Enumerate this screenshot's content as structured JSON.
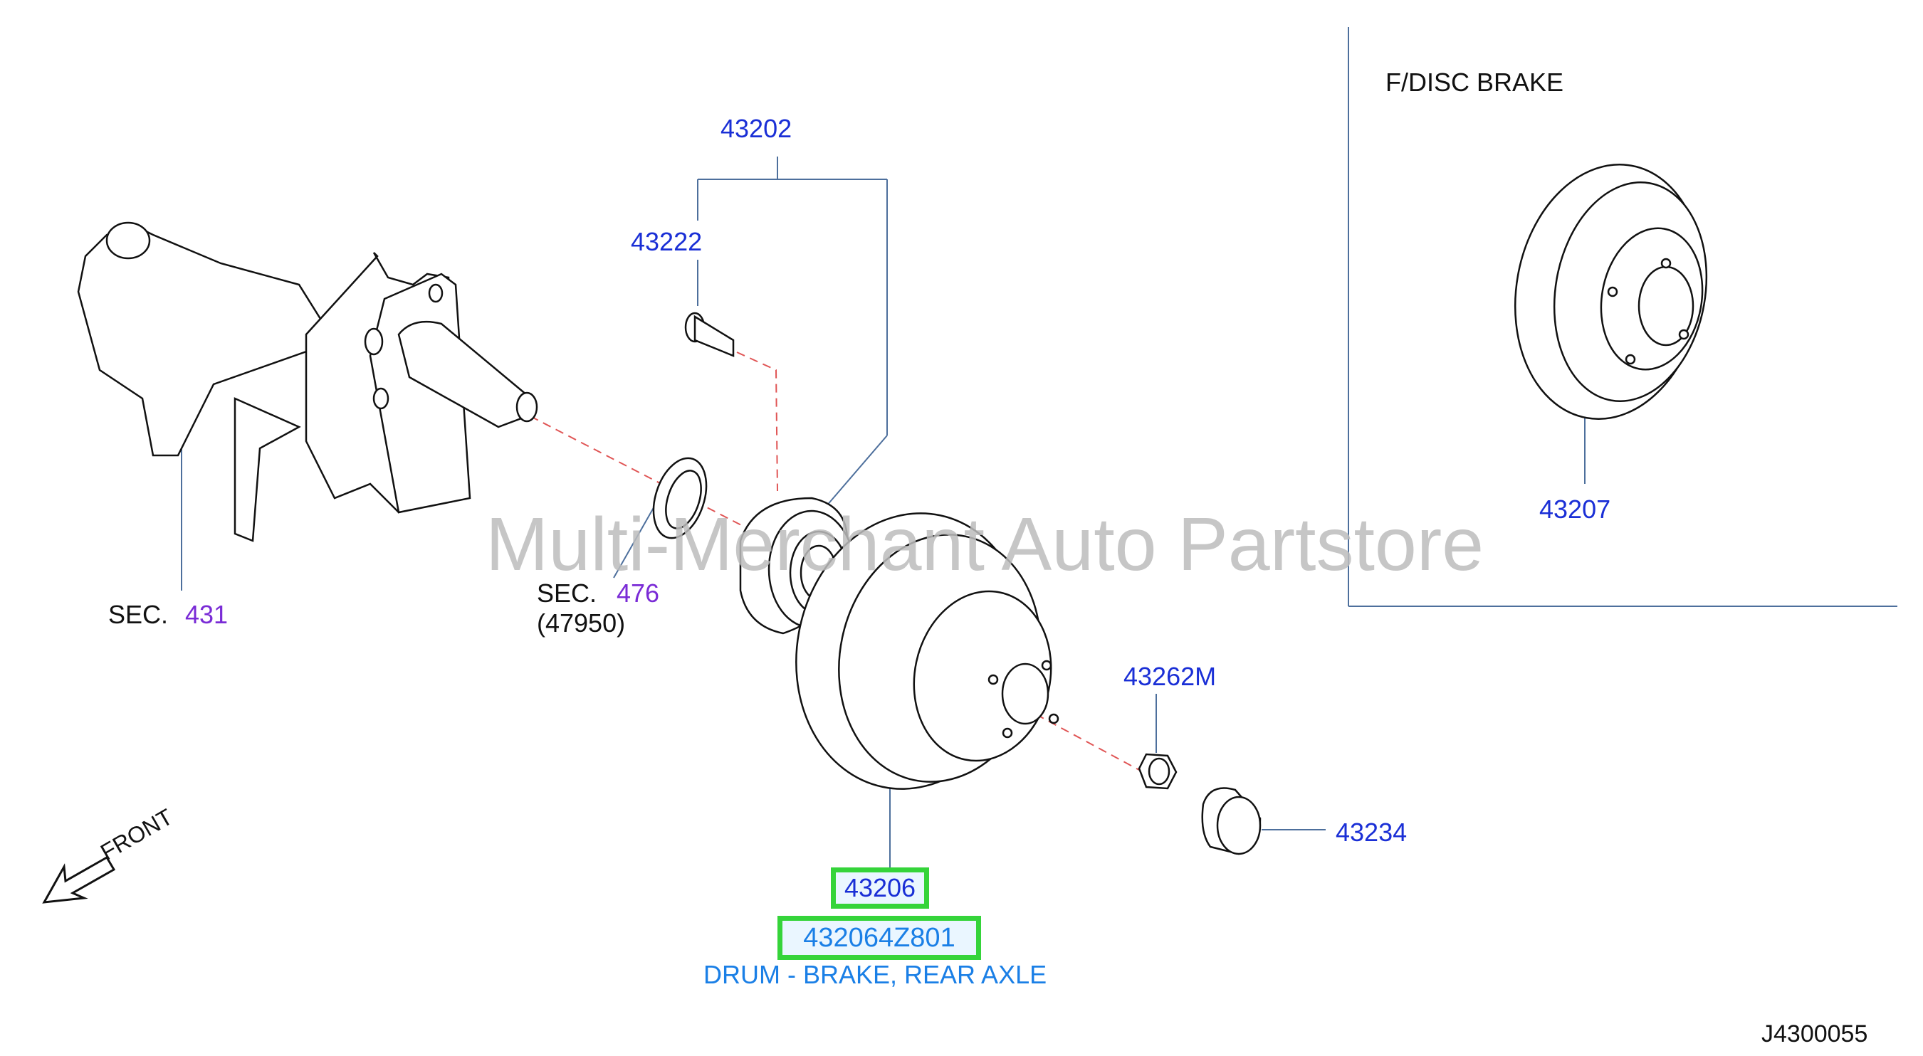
{
  "header": {
    "inset_title": "F/DISC  BRAKE"
  },
  "labels": {
    "hub_assembly": "43202",
    "hub_bolt": "43222",
    "knuckle_sec_prefix": "SEC.",
    "knuckle_sec_num": "431",
    "sensor_sec_prefix": "SEC.",
    "sensor_sec_num": "476",
    "sensor_ref": "(47950)",
    "hub_nut": "43262M",
    "grease_cap": "43234",
    "disc_rotor": "43207",
    "front": "FRONT",
    "diagram_code": "J4300055"
  },
  "selected_part": {
    "number": "43206",
    "oem_code": "432064Z801",
    "description": "DRUM - BRAKE, REAR AXLE"
  },
  "watermark": "Multi-Merchant Auto Partstore",
  "colors": {
    "part_number": "#1a2fd6",
    "section_ref": "#7a2bd6",
    "highlight_border": "#35d43a",
    "highlight_fill": "#eaf6ff",
    "description": "#1a7fe6",
    "dash_line": "#e05555",
    "leader_line": "#4d6f9c"
  }
}
